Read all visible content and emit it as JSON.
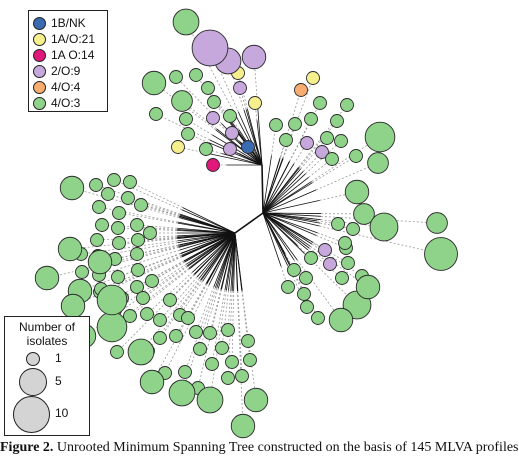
{
  "colors": {
    "1B/NK": "#3a6ab0",
    "1A/O:21": "#f5ef8e",
    "1A O:14": "#e0187a",
    "2/O:9": "#c6a8dc",
    "4/O:4": "#f6ad6f",
    "4/O:3": "#8fd38a",
    "edge": "#111111",
    "dashed": "#9a9a9a",
    "outline": "#2a2a2a"
  },
  "legend": {
    "items": [
      {
        "label": "1B/NK",
        "key": "1B/NK"
      },
      {
        "label": "1A/O:21",
        "key": "1A/O:21"
      },
      {
        "label": "1A O:14",
        "key": "1A O:14"
      },
      {
        "label": "2/O:9",
        "key": "2/O:9"
      },
      {
        "label": "4/O:4",
        "key": "4/O:4"
      },
      {
        "label": "4/O:3",
        "key": "4/O:3"
      }
    ]
  },
  "size_legend": {
    "title_line1": "Number of",
    "title_line2": "isolates",
    "entries": [
      {
        "value": "1",
        "n": 1
      },
      {
        "value": "5",
        "n": 5
      },
      {
        "value": "10",
        "n": 10
      }
    ]
  },
  "caption": {
    "label": "Figure 2.",
    "text": "Unrooted Minimum Spanning Tree constructed on the basis of 145 MLVA profiles"
  },
  "tree": {
    "hubs": {
      "top": [
        {
          "key": "1B/NK",
          "n": 1
        },
        {
          "key": "1A O:14",
          "n": 1
        },
        {
          "key": "2/O:9",
          "n": 1
        },
        {
          "key": "1A/O:21",
          "n": 1
        },
        {
          "key": "2/O:9",
          "n": 1
        },
        {
          "key": "4/O:3",
          "n": 1
        },
        {
          "key": "4/O:3",
          "n": 1
        },
        {
          "key": "2/O:9",
          "n": 1
        },
        {
          "key": "4/O:3",
          "n": 1
        },
        {
          "key": "1A/O:21",
          "n": 1
        },
        {
          "key": "4/O:3",
          "n": 1
        },
        {
          "key": "4/O:3",
          "n": 1
        },
        {
          "key": "2/O:9",
          "n": 1
        },
        {
          "key": "4/O:3",
          "n": 1
        },
        {
          "key": "1A/O:21",
          "n": 1
        },
        {
          "key": "4/O:3",
          "n": 2
        },
        {
          "key": "4/O:3",
          "n": 1
        },
        {
          "key": "2/O:9",
          "n": 3
        },
        {
          "key": "4/O:3",
          "n": 1
        },
        {
          "key": "4/O:3",
          "n": 1
        },
        {
          "key": "2/O:9",
          "n": 4
        },
        {
          "key": "2/O:9",
          "n": 10
        },
        {
          "key": "4/O:3",
          "n": 4
        },
        {
          "key": "4/O:3",
          "n": 3
        }
      ],
      "right": [
        {
          "key": "4/O:4",
          "n": 1
        },
        {
          "key": "1A/O:21",
          "n": 1
        },
        {
          "key": "4/O:3",
          "n": 1
        },
        {
          "key": "4/O:3",
          "n": 1
        },
        {
          "key": "4/O:3",
          "n": 1
        },
        {
          "key": "4/O:3",
          "n": 1
        },
        {
          "key": "4/O:3",
          "n": 1
        },
        {
          "key": "4/O:3",
          "n": 1
        },
        {
          "key": "4/O:3",
          "n": 1
        },
        {
          "key": "4/O:3",
          "n": 1
        },
        {
          "key": "2/O:9",
          "n": 1
        },
        {
          "key": "2/O:9",
          "n": 1
        },
        {
          "key": "4/O:3",
          "n": 1
        },
        {
          "key": "4/O:3",
          "n": 1
        },
        {
          "key": "2/O:9",
          "n": 1
        },
        {
          "key": "4/O:3",
          "n": 1
        },
        {
          "key": "4/O:3",
          "n": 1
        },
        {
          "key": "4/O:3",
          "n": 1
        },
        {
          "key": "4/O:3",
          "n": 1
        },
        {
          "key": "4/O:3",
          "n": 1
        },
        {
          "key": "4/O:3",
          "n": 1
        },
        {
          "key": "2/O:9",
          "n": 1
        },
        {
          "key": "4/O:3",
          "n": 1
        },
        {
          "key": "4/O:3",
          "n": 1
        },
        {
          "key": "4/O:3",
          "n": 1
        },
        {
          "key": "4/O:3",
          "n": 1
        },
        {
          "key": "4/O:3",
          "n": 1
        },
        {
          "key": "4/O:3",
          "n": 2
        },
        {
          "key": "4/O:3",
          "n": 1
        },
        {
          "key": "4/O:3",
          "n": 6
        },
        {
          "key": "4/O:3",
          "n": 2
        },
        {
          "key": "4/O:3",
          "n": 1
        },
        {
          "key": "4/O:3",
          "n": 3
        },
        {
          "key": "4/O:3",
          "n": 5
        },
        {
          "key": "4/O:3",
          "n": 5
        },
        {
          "key": "4/O:3",
          "n": 3
        },
        {
          "key": "4/O:3",
          "n": 1
        },
        {
          "key": "4/O:3",
          "n": 1
        },
        {
          "key": "4/O:3",
          "n": 3
        },
        {
          "key": "4/O:3",
          "n": 8
        },
        {
          "key": "4/O:3",
          "n": 2
        }
      ],
      "left": [
        {
          "key": "4/O:3",
          "n": 1
        },
        {
          "key": "4/O:3",
          "n": 1
        },
        {
          "key": "4/O:3",
          "n": 1
        },
        {
          "key": "4/O:3",
          "n": 1
        },
        {
          "key": "4/O:3",
          "n": 1
        },
        {
          "key": "4/O:3",
          "n": 1
        },
        {
          "key": "4/O:3",
          "n": 1
        },
        {
          "key": "4/O:3",
          "n": 1
        },
        {
          "key": "4/O:3",
          "n": 1
        },
        {
          "key": "4/O:3",
          "n": 1
        },
        {
          "key": "4/O:3",
          "n": 1
        },
        {
          "key": "4/O:3",
          "n": 1
        },
        {
          "key": "4/O:3",
          "n": 1
        },
        {
          "key": "4/O:3",
          "n": 1
        },
        {
          "key": "4/O:3",
          "n": 1
        },
        {
          "key": "4/O:3",
          "n": 1
        },
        {
          "key": "4/O:3",
          "n": 1
        },
        {
          "key": "4/O:3",
          "n": 1
        },
        {
          "key": "4/O:3",
          "n": 1
        },
        {
          "key": "4/O:3",
          "n": 1
        },
        {
          "key": "4/O:3",
          "n": 1
        },
        {
          "key": "4/O:3",
          "n": 1
        },
        {
          "key": "4/O:3",
          "n": 1
        },
        {
          "key": "4/O:3",
          "n": 1
        },
        {
          "key": "4/O:3",
          "n": 1
        },
        {
          "key": "4/O:3",
          "n": 1
        },
        {
          "key": "4/O:3",
          "n": 1
        },
        {
          "key": "4/O:3",
          "n": 1
        },
        {
          "key": "4/O:3",
          "n": 1
        },
        {
          "key": "4/O:3",
          "n": 1
        },
        {
          "key": "4/O:3",
          "n": 1
        },
        {
          "key": "4/O:3",
          "n": 1
        },
        {
          "key": "4/O:3",
          "n": 1
        },
        {
          "key": "4/O:3",
          "n": 1
        },
        {
          "key": "4/O:3",
          "n": 1
        },
        {
          "key": "4/O:3",
          "n": 1
        },
        {
          "key": "4/O:3",
          "n": 1
        },
        {
          "key": "4/O:3",
          "n": 1
        },
        {
          "key": "4/O:3",
          "n": 1
        },
        {
          "key": "4/O:3",
          "n": 1
        },
        {
          "key": "4/O:3",
          "n": 1
        },
        {
          "key": "4/O:3",
          "n": 1
        },
        {
          "key": "4/O:3",
          "n": 1
        },
        {
          "key": "4/O:3",
          "n": 1
        },
        {
          "key": "4/O:3",
          "n": 1
        },
        {
          "key": "4/O:3",
          "n": 1
        },
        {
          "key": "4/O:3",
          "n": 1
        },
        {
          "key": "4/O:3",
          "n": 1
        },
        {
          "key": "4/O:3",
          "n": 1
        },
        {
          "key": "4/O:3",
          "n": 1
        },
        {
          "key": "4/O:3",
          "n": 1
        },
        {
          "key": "4/O:3",
          "n": 1
        },
        {
          "key": "4/O:3",
          "n": 1
        },
        {
          "key": "4/O:3",
          "n": 1
        },
        {
          "key": "4/O:3",
          "n": 3
        },
        {
          "key": "4/O:3",
          "n": 3
        },
        {
          "key": "4/O:3",
          "n": 4
        },
        {
          "key": "4/O:3",
          "n": 4
        },
        {
          "key": "4/O:3",
          "n": 3
        },
        {
          "key": "4/O:3",
          "n": 4
        },
        {
          "key": "4/O:3",
          "n": 6
        },
        {
          "key": "4/O:3",
          "n": 3
        },
        {
          "key": "4/O:3",
          "n": 3
        },
        {
          "key": "4/O:3",
          "n": 3
        },
        {
          "key": "4/O:3",
          "n": 3
        },
        {
          "key": "4/O:3",
          "n": 3
        },
        {
          "key": "4/O:3",
          "n": 3
        },
        {
          "key": "4/O:3",
          "n": 3
        },
        {
          "key": "4/O:3",
          "n": 6
        }
      ]
    }
  }
}
